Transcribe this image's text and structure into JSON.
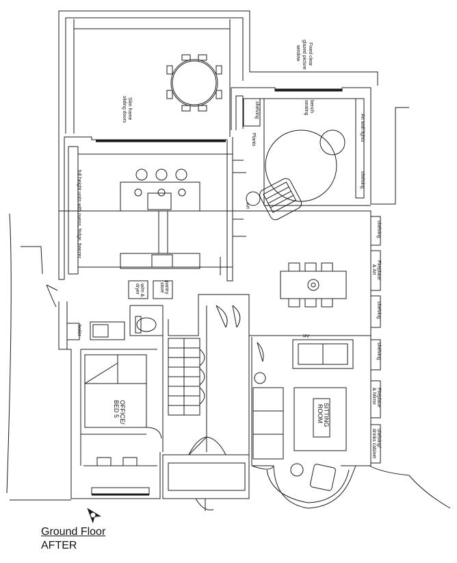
{
  "title": {
    "line1": "Ground Floor",
    "line2": "AFTER"
  },
  "labels": {
    "fixed_window": [
      "Fixed clear",
      "glazed picture",
      "window"
    ],
    "sliding_doors": [
      "Slim frame",
      "sliding doors"
    ],
    "shelving": "shelving",
    "bench_seating": [
      "bench",
      "seating"
    ],
    "art_wall_lights": "Art wall lights",
    "plants": "Plants",
    "art": "Art",
    "full_height_units": "full height units with ovens, fridge, freezer",
    "utility": [
      "w/m &",
      "dryer"
    ],
    "pantry": [
      "pantry",
      "store"
    ],
    "boiler": "boiler",
    "fireplace_art": [
      "Fireplace",
      "& Art"
    ],
    "fireplace_mirror": [
      "Fireplace",
      "& Mirror"
    ],
    "shelving_drinks": [
      "shelving/",
      "drinks cabinet"
    ],
    "office": [
      "OFFICE/",
      "BED 5"
    ],
    "sitting_room": [
      "SITTING",
      "ROOM"
    ]
  },
  "colors": {
    "line": "#1a1a1a",
    "background": "#ffffff"
  },
  "icons": {
    "north_arrow": "north-arrow-icon"
  }
}
